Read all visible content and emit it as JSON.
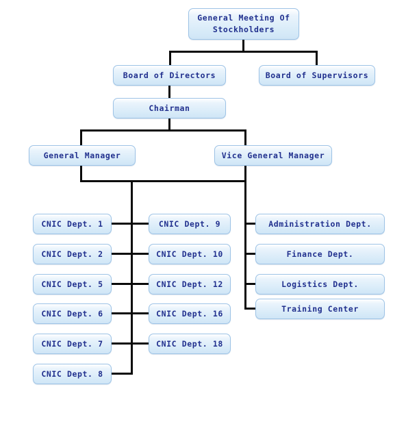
{
  "chart_data": {
    "type": "diagram",
    "diagram_kind": "organizational-chart",
    "title": "",
    "colors": {
      "node_border": "#9dc3e6",
      "node_fill_top": "#ffffff",
      "node_fill_bottom": "#cfe5f6",
      "node_text": "#21308e",
      "connector": "#0a0a0a",
      "background": "#ffffff"
    },
    "levels": [
      {
        "level": 1,
        "nodes": [
          "General Meeting Of Stockholders"
        ]
      },
      {
        "level": 2,
        "nodes": [
          "Board of Directors",
          "Board of Supervisors"
        ]
      },
      {
        "level": 3,
        "nodes": [
          "Chairman"
        ]
      },
      {
        "level": 4,
        "nodes": [
          "General Manager",
          "Vice General Manager"
        ]
      },
      {
        "level": 5,
        "nodes": [
          "CNIC Dept. 1",
          "CNIC Dept. 2",
          "CNIC Dept. 5",
          "CNIC Dept. 6",
          "CNIC Dept. 7",
          "CNIC Dept. 8",
          "CNIC Dept. 9",
          "CNIC Dept. 10",
          "CNIC Dept. 12",
          "CNIC Dept. 16",
          "CNIC Dept. 18",
          "Administration Dept.",
          "Finance Dept.",
          "Logistics Dept.",
          "Training Center"
        ]
      }
    ],
    "edges": [
      {
        "from": "General Meeting Of Stockholders",
        "to": "Board of Directors"
      },
      {
        "from": "General Meeting Of Stockholders",
        "to": "Board of Supervisors"
      },
      {
        "from": "Board of Directors",
        "to": "Chairman"
      },
      {
        "from": "Chairman",
        "to": "General Manager"
      },
      {
        "from": "Chairman",
        "to": "Vice General Manager"
      },
      {
        "from": "General Manager",
        "to": "CNIC Dept. 1"
      },
      {
        "from": "General Manager",
        "to": "CNIC Dept. 2"
      },
      {
        "from": "General Manager",
        "to": "CNIC Dept. 5"
      },
      {
        "from": "General Manager",
        "to": "CNIC Dept. 6"
      },
      {
        "from": "General Manager",
        "to": "CNIC Dept. 7"
      },
      {
        "from": "General Manager",
        "to": "CNIC Dept. 8"
      },
      {
        "from": "General Manager",
        "to": "CNIC Dept. 9"
      },
      {
        "from": "General Manager",
        "to": "CNIC Dept. 10"
      },
      {
        "from": "General Manager",
        "to": "CNIC Dept. 12"
      },
      {
        "from": "General Manager",
        "to": "CNIC Dept. 16"
      },
      {
        "from": "General Manager",
        "to": "CNIC Dept. 18"
      },
      {
        "from": "Vice General Manager",
        "to": "Administration Dept."
      },
      {
        "from": "Vice General Manager",
        "to": "Finance Dept."
      },
      {
        "from": "Vice General Manager",
        "to": "Logistics Dept."
      },
      {
        "from": "Vice General Manager",
        "to": "Training Center"
      }
    ]
  },
  "nodes": {
    "stockholders": "General Meeting Of\nStockholders",
    "board_directors": "Board of Directors",
    "board_supervisors": "Board of Supervisors",
    "chairman": "Chairman",
    "general_manager": "General Manager",
    "vice_general_manager": "Vice General Manager"
  },
  "departments": {
    "left_column": [
      "CNIC Dept. 1",
      "CNIC Dept. 2",
      "CNIC Dept. 5",
      "CNIC Dept. 6",
      "CNIC Dept. 7",
      "CNIC Dept. 8"
    ],
    "middle_column": [
      "CNIC Dept. 9",
      "CNIC Dept. 10",
      "CNIC Dept. 12",
      "CNIC Dept. 16",
      "CNIC Dept. 18"
    ],
    "right_column": [
      "Administration Dept.",
      "Finance Dept.",
      "Logistics Dept.",
      "Training Center"
    ]
  }
}
